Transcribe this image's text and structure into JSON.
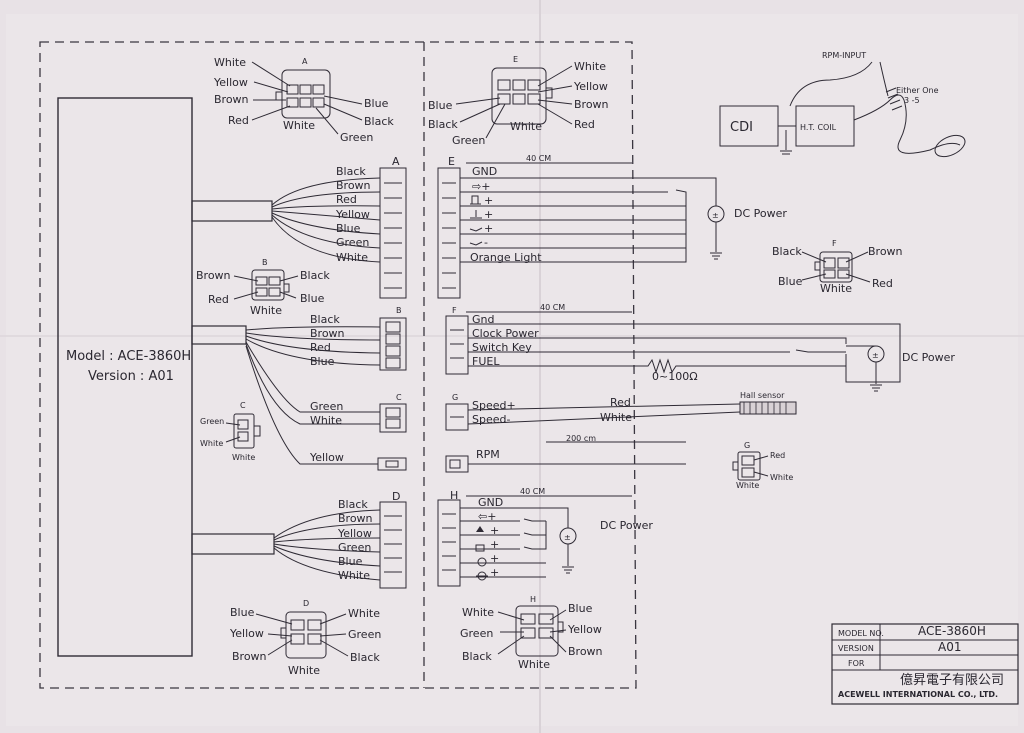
{
  "model_block": {
    "model": "Model : ACE-3860H",
    "version": "Version : A01"
  },
  "title_block": {
    "model_label": "MODEL NO.",
    "model_value": "ACE-3860H",
    "version_label": "VERSION",
    "version_value": "A01",
    "for_label": "FOR",
    "company_cn": "億昇電子有限公司",
    "company_en": "ACEWELL INTERNATIONAL CO., LTD."
  },
  "connectors": {
    "A": {
      "name": "A",
      "top": [
        "White",
        "Yellow",
        "Brown",
        "Red"
      ],
      "bottom": "White",
      "right": [
        "Blue",
        "Black",
        "Green"
      ]
    },
    "B": {
      "name": "B",
      "left": [
        "Brown",
        "Red"
      ],
      "right": [
        "Black",
        "Blue"
      ],
      "bottom": "White"
    },
    "C": {
      "name": "C",
      "left": [
        "Green",
        "White"
      ],
      "bottom": "White"
    },
    "D": {
      "name": "D",
      "left": [
        "Blue",
        "Yellow",
        "Brown"
      ],
      "right": [
        "White",
        "Green",
        "Black"
      ],
      "bottom": "White"
    },
    "E": {
      "name": "E",
      "left": [
        "Blue",
        "Black",
        "Green"
      ],
      "right": [
        "White",
        "Yellow",
        "Brown",
        "Red"
      ],
      "bottom": "White"
    },
    "F": {
      "name": "F",
      "left": [
        "Black",
        "Blue"
      ],
      "right": [
        "Brown",
        "Red"
      ],
      "bottom": "White"
    },
    "G": {
      "name": "G",
      "right": [
        "Red",
        "White"
      ],
      "bottom": "White"
    },
    "H": {
      "name": "H",
      "left": [
        "White",
        "Green",
        "Black"
      ],
      "right": [
        "Blue",
        "Yellow",
        "Brown"
      ],
      "bottom": "White"
    }
  },
  "harness_A": {
    "label": "A",
    "wires": [
      "Black",
      "Brown",
      "Red",
      "Yellow",
      "Blue",
      "Green",
      "White"
    ]
  },
  "harness_B": {
    "label": "B",
    "wires": [
      "Black",
      "Brown",
      "Red",
      "Blue"
    ]
  },
  "harness_C": {
    "label": "C",
    "wires": [
      "Green",
      "White"
    ]
  },
  "harness_yellow": "Yellow",
  "harness_D": {
    "label": "D",
    "wires": [
      "Black",
      "Brown",
      "Yellow",
      "Green",
      "Blue",
      "White"
    ]
  },
  "block_E": {
    "label": "E",
    "length": "40 CM",
    "pins": [
      "GND",
      "⇨+",
      "+",
      "+",
      "+",
      "-",
      "Orange Light"
    ],
    "power": "DC Power"
  },
  "block_F": {
    "label": "F",
    "length": "40 CM",
    "pins": [
      "Gnd",
      "Clock Power",
      "Switch Key",
      "FUEL"
    ],
    "resistor": "0~100Ω",
    "power": "DC Power"
  },
  "block_G": {
    "label": "G",
    "pins": [
      "Speed+",
      "Speed-"
    ],
    "wires": [
      "Red",
      "White"
    ],
    "sensor": "Hall sensor"
  },
  "block_rpm": {
    "length": "200 cm",
    "pin": "RPM"
  },
  "block_H": {
    "label": "H",
    "length": "40 CM",
    "pins": [
      "GND",
      "⇦+",
      "+",
      "+",
      "+",
      "+"
    ],
    "power": "DC Power"
  },
  "ignition": {
    "input": "RPM-INPUT",
    "cdi": "CDI",
    "coil": "H.T. COIL",
    "either": "Either One",
    "turns": "3 -5"
  }
}
